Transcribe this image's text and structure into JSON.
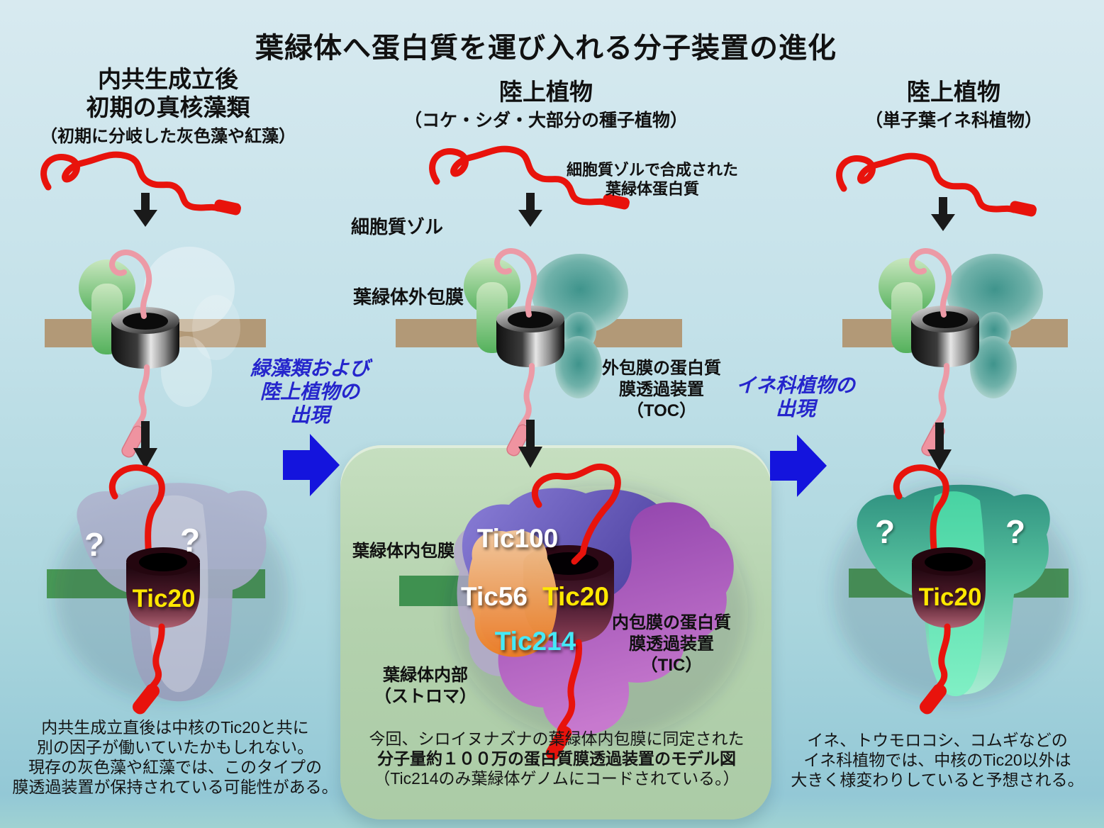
{
  "title": "葉緑体へ蛋白質を運び入れる分子装置の進化",
  "columns": {
    "left": {
      "heading_line1": "内共生成立後",
      "heading_line2": "初期の真核藻類",
      "subheading": "（初期に分岐した灰色藻や紅藻）"
    },
    "middle": {
      "heading": "陸上植物",
      "subheading": "（コケ・シダ・大部分の種子植物）"
    },
    "right": {
      "heading": "陸上植物",
      "subheading": "（単子葉イネ科植物）"
    }
  },
  "labels": {
    "cytosol_protein": [
      "細胞質ゾルで合成された",
      "葉緑体蛋白質"
    ],
    "cytosol": "細胞質ゾル",
    "outer_membrane": "葉緑体外包膜",
    "toc": [
      "外包膜の蛋白質",
      "膜透過装置",
      "（TOC）"
    ],
    "inner_membrane": "葉緑体内包膜",
    "tic": [
      "内包膜の蛋白質",
      "膜透過装置",
      "（TIC）"
    ],
    "stroma": [
      "葉緑体内部",
      "（ストロマ）"
    ]
  },
  "transitions": {
    "left": [
      "緑藻類および",
      "陸上植物の",
      "出現"
    ],
    "right": [
      "イネ科植物の",
      "出現"
    ]
  },
  "proteins": {
    "tic100": "Tic100",
    "tic56": "Tic56",
    "tic20": "Tic20",
    "tic214": "Tic214",
    "unknown": "?"
  },
  "captions": {
    "left": [
      "内共生成立直後は中核のTic20と共に",
      "別の因子が働いていたかもしれない。",
      "現存の灰色藻や紅藻では、このタイプの",
      "膜透過装置が保持されている可能性がある。"
    ],
    "middle": [
      "今回、シロイヌナズナの葉緑体内包膜に同定された",
      "分子量約１００万の蛋白質膜透過装置のモデル図",
      "（Tic214のみ葉緑体ゲノムにコードされている。）"
    ],
    "right": [
      "イネ、トウモロコシ、コムギなどの",
      "イネ科植物では、中核のTic20以外は",
      "大きく様変わりしていると予想される。"
    ]
  },
  "colors": {
    "background_top": "#d8eaf0",
    "background_bottom": "#93c8d6",
    "outer_membrane_band": "#b29977",
    "inner_membrane_band": "#4a9a55",
    "model_box_green": "#b4d2ae",
    "transition_arrow_blue": "#1414dd",
    "preprotein_red": "#e8130c",
    "tic20_label_yellow": "#ffe800",
    "tic214_label_cyan": "#45e9f7",
    "transition_text_blue": "#2525cc"
  }
}
